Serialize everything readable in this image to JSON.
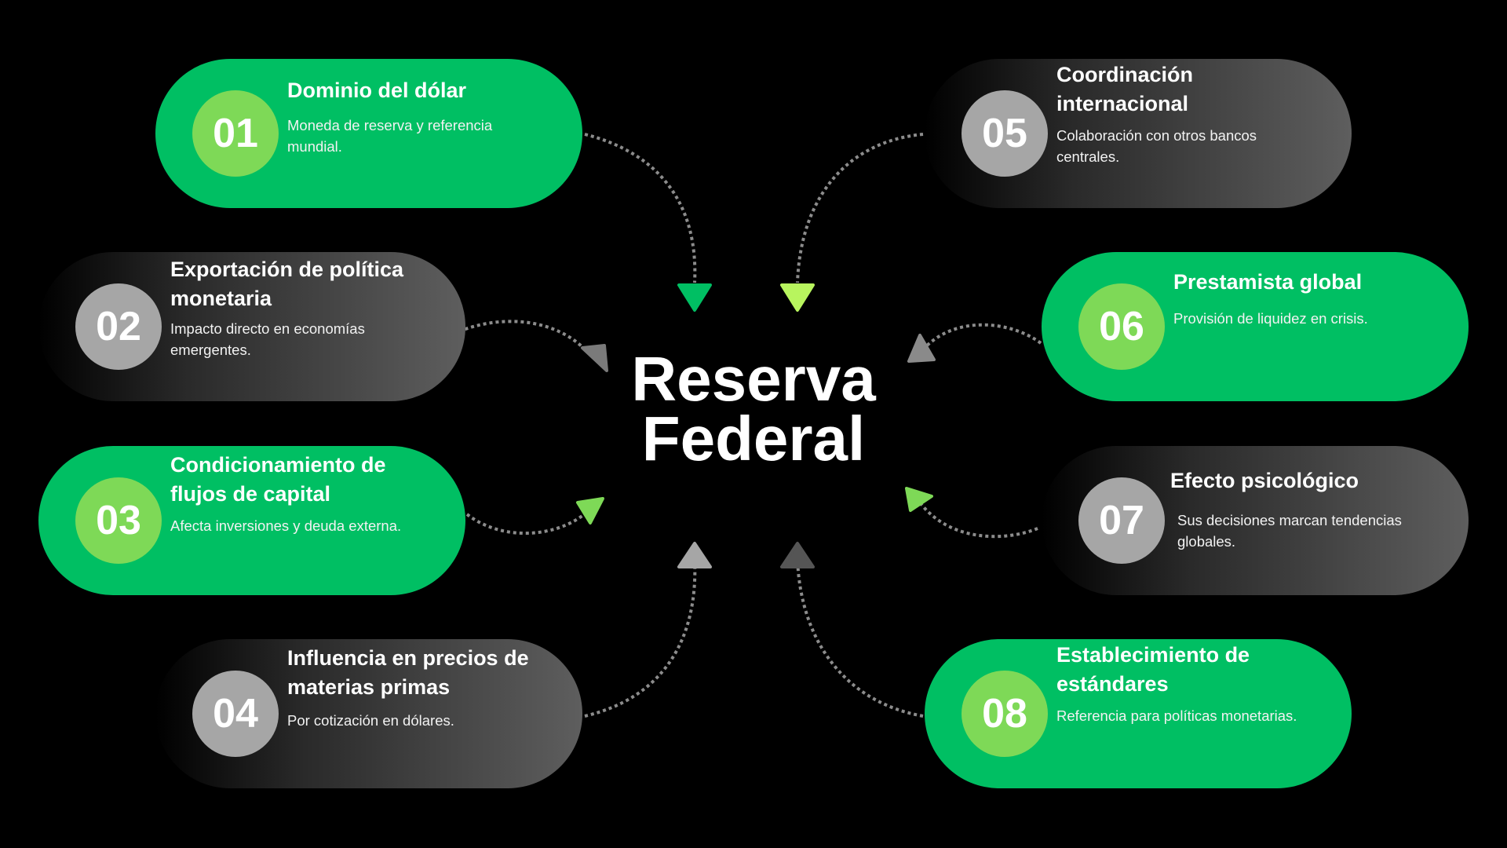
{
  "title": {
    "line1": "Reserva",
    "line2": "Federal"
  },
  "colors": {
    "green": "#00bf63",
    "light_green": "#7ed957",
    "gray_circle": "#a6a6a6",
    "arrow_gray": "#808080"
  },
  "items": [
    {
      "number": "01",
      "title": "Dominio del dólar",
      "description": "Moneda de reserva y referencia mundial."
    },
    {
      "number": "02",
      "title": "Exportación de política monetaria",
      "description": " Impacto directo en economías emergentes."
    },
    {
      "number": "03",
      "title": "Condicionamiento de flujos de capital",
      "description": "Afecta inversiones y deuda externa."
    },
    {
      "number": "04",
      "title": "Influencia en precios de materias primas",
      "description": "Por cotización en dólares."
    },
    {
      "number": "05",
      "title": "Coordinación internacional",
      "description": "Colaboración con otros bancos centrales."
    },
    {
      "number": "06",
      "title": "Prestamista global",
      "description": "Provisión de liquidez en crisis."
    },
    {
      "number": "07",
      "title": "Efecto psicológico",
      "description": "Sus decisiones marcan tendencias globales."
    },
    {
      "number": "08",
      "title": "Establecimiento de estándares",
      "description": "Referencia para políticas monetarias."
    }
  ]
}
